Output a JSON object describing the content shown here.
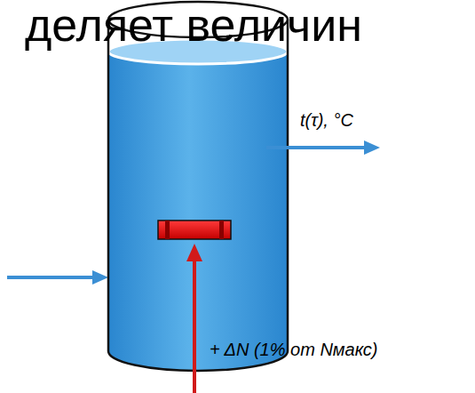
{
  "diagram": {
    "labels": [
      "деляет величин",
      "t(τ), °C",
      "+ ΔN (1% от Nмакс)"
    ]
  }
}
